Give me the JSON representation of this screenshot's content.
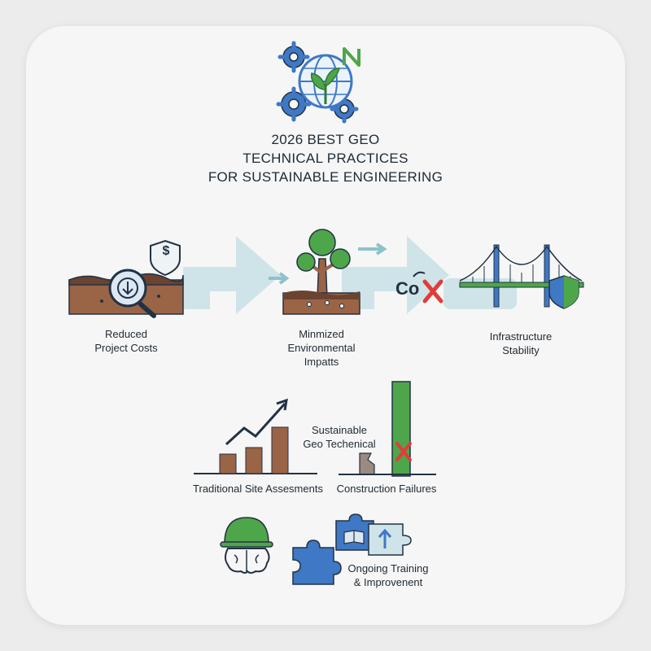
{
  "title": {
    "line1": "2026 BEST GEO",
    "line2": "TECHNICAL PRACTICES",
    "line3": "FOR SUSTAINABLE ENGINEERING"
  },
  "benefits": {
    "costs": {
      "line1": "Reduced",
      "line2": "Project Costs"
    },
    "environment": {
      "line1": "Minmized",
      "line2": "Environmental",
      "line3": "Impatts"
    },
    "stability": {
      "line1": "Infrastructure",
      "line2": "Stability"
    }
  },
  "co_label": "Co",
  "currency_symbol": "$",
  "comparison": {
    "sustainable": {
      "line1": "Sustainable",
      "line2": "Geo Techenical"
    },
    "traditional": "Traditional Site Assesments",
    "failures": "Construction Failures"
  },
  "training": {
    "line1": "Ongoing Training",
    "line2": "& Improvenent"
  },
  "colors": {
    "green": "#4ea64a",
    "blue": "#3f78c4",
    "brown": "#9a6446",
    "flow": "#cfe4e8",
    "red": "#e23b3b",
    "navy": "#223244"
  }
}
